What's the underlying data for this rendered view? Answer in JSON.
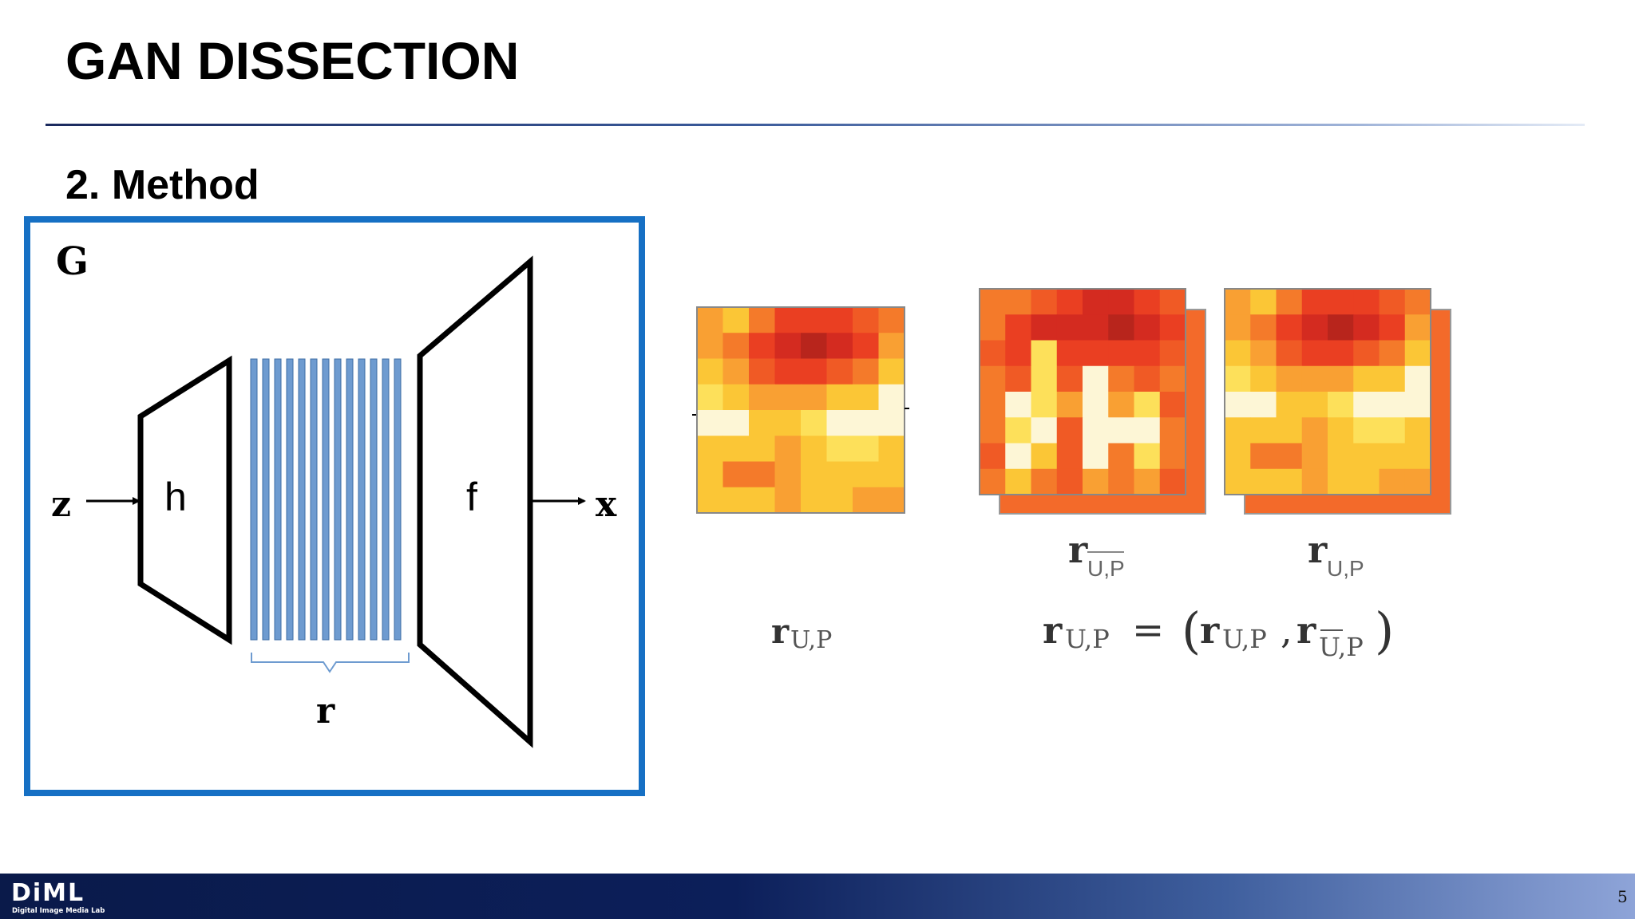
{
  "slide": {
    "title": "GAN DISSECTION",
    "subtitle": "2. Method",
    "page_number": "5"
  },
  "diagram": {
    "generator_label": "G",
    "input_label": "z",
    "encoder_label": "h",
    "representation_label": "r",
    "decoder_label": "f",
    "output_label": "x"
  },
  "maps": {
    "label_1": "r",
    "label_1_sub": "U,P",
    "label_2": "r",
    "label_2_sub": "U,P",
    "label_3": "r",
    "label_3_sub": "U,P",
    "equation": {
      "lhs": "r",
      "lhs_sub": "U,P",
      "equals": "=",
      "open": "(",
      "term1": "r",
      "term1_sub": "U,P",
      "comma": ",",
      "term2": "r",
      "term2_sub": "U,P",
      "close": ")"
    }
  },
  "footer": {
    "logo": "DiML",
    "logo_caption": "Digital Image Media Lab"
  }
}
